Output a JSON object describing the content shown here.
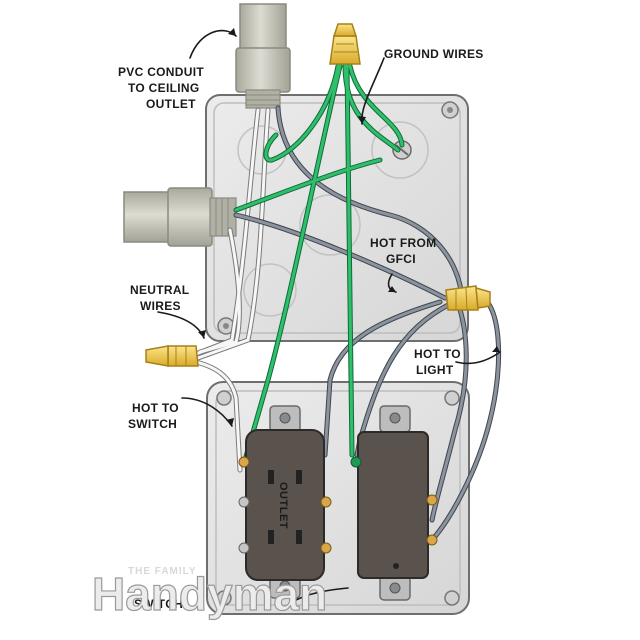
{
  "labels": {
    "pvc_conduit": [
      "PVC CONDUIT",
      "TO CEILING",
      "OUTLET"
    ],
    "ground_wires": "GROUND WIRES",
    "hot_from_gfci": [
      "HOT FROM",
      "GFCI"
    ],
    "neutral_wires": [
      "NEUTRAL",
      "WIRES"
    ],
    "hot_to_light": [
      "HOT TO",
      "LIGHT"
    ],
    "hot_to_switch": [
      "HOT TO",
      "SWITCH"
    ],
    "outlet": "OUTLET",
    "switch": "SWITCH"
  },
  "watermark": {
    "small": "THE FAMILY",
    "big": "Handyman"
  },
  "colors": {
    "box_fill": "#e4e4e4",
    "box_stroke": "#6f6f6f",
    "wire_ground": "#1f9a55",
    "wire_hot": "#58616b",
    "wire_neutral": "#f4f4f4",
    "wire_nut": "#f2cf4a",
    "conduit": "#c8c8bd",
    "device": "#5a524d"
  }
}
